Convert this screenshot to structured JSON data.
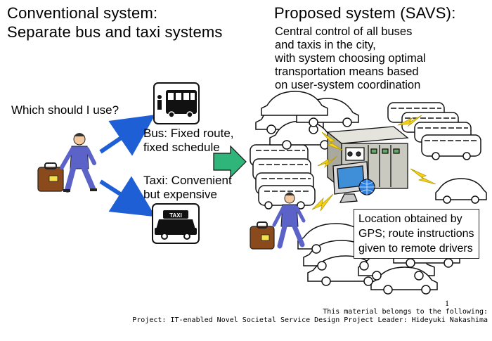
{
  "left": {
    "title_line1": "Conventional system:",
    "title_line2": "Separate bus and taxi systems",
    "question": "Which should I use?",
    "bus_label_line1": "Bus: Fixed route,",
    "bus_label_line2": "fixed schedule",
    "taxi_label_line1": "Taxi: Convenient",
    "taxi_label_line2": "but expensive",
    "taxi_sign": "TAXI"
  },
  "right": {
    "title": "Proposed system (SAVS):",
    "desc_line1": "Central control of all buses",
    "desc_line2": "and taxis in the city,",
    "desc_line3": "with system choosing optimal",
    "desc_line4": "transportation means based",
    "desc_line5": "on user-system coordination",
    "info_line1": "Location obtained by",
    "info_line2": "GPS; route instructions",
    "info_line3": "given to remote drivers"
  },
  "footer": {
    "page_number": "1",
    "line1": "This material belongs to the following:",
    "line2": "Project: IT-enabled Novel Societal Service Design  Project Leader: Hideyuki Nakashima"
  },
  "colors": {
    "arrow_blue": "#1e5fd6",
    "arrow_green": "#2fb57a",
    "suit_blue": "#5b63c9",
    "luggage_brown": "#8a4a1c",
    "lightning_yellow": "#f4d21a",
    "server_gray": "#c9c9c0"
  }
}
